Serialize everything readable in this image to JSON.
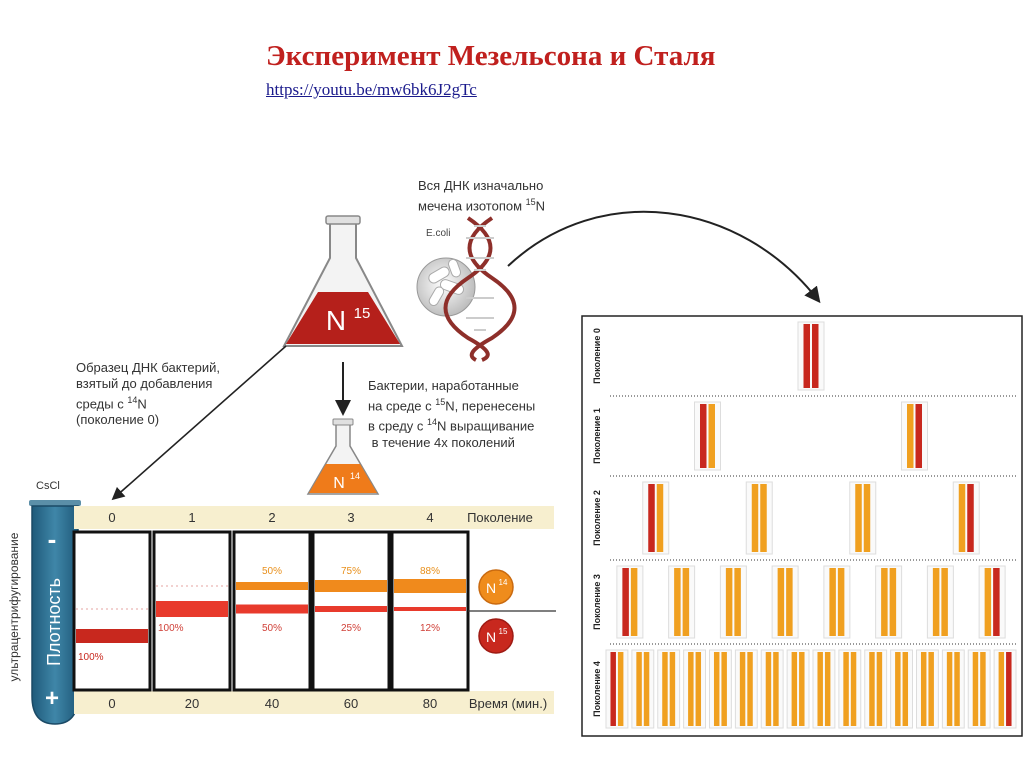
{
  "slide": {
    "title": "Эксперимент Мезельсона и Сталя",
    "link": "https://youtu.be/mw6bk6J2gTc"
  },
  "flasks": {
    "large_label": "N",
    "large_sup": "15",
    "small_label": "N",
    "small_sup": "14"
  },
  "annotations": {
    "all_dna_line1": "Вся ДНК изначально",
    "all_dna_line2": "мечена изотопом ",
    "all_dna_sup": "15",
    "all_dna_end": "N",
    "ecoli": "E.coli",
    "sample_line1": "Образец ДНК бактерий,",
    "sample_line2": "взятый до добавления",
    "sample_line3a": "среды с ",
    "sample_line3sup": "14",
    "sample_line3b": "N",
    "sample_line4": "(поколение 0)",
    "bact_line1": "Бактерии, наработанные",
    "bact_line2a": "на среде с ",
    "bact_line2sup": "15",
    "bact_line2b": "N, перенесены",
    "bact_line3a": "в среду с ",
    "bact_line3sup": "14",
    "bact_line3b": "N выращивание",
    "bact_line4": "в течение 4х поколений"
  },
  "tube": {
    "cscl": "CsCl",
    "minus": "-",
    "plus": "+",
    "density": "Плотность",
    "ultracentrifugation": "ультрацентрифугирование"
  },
  "gradient_table": {
    "generation_header": "Поколение",
    "time_header": "Время (мин.)",
    "generations": [
      "0",
      "1",
      "2",
      "3",
      "4"
    ],
    "times": [
      "0",
      "20",
      "40",
      "60",
      "80"
    ],
    "light_percent": [
      "",
      "",
      "50%",
      "75%",
      "88%"
    ],
    "hybrid_percent": [
      "100%",
      "100%",
      "50%",
      "25%",
      "12%"
    ],
    "light_fraction": [
      0,
      0,
      0.5,
      0.75,
      0.88
    ],
    "legend_light_label": "N",
    "legend_light_sup": "14",
    "legend_heavy_label": "N",
    "legend_heavy_sup": "15"
  },
  "generations_panel": {
    "rows": [
      {
        "label": "Поколение 0",
        "molecules": 1
      },
      {
        "label": "Поколение 1",
        "molecules": 2
      },
      {
        "label": "Поколение 2",
        "molecules": 4
      },
      {
        "label": "Поколение 3",
        "molecules": 8
      },
      {
        "label": "Поколение 4",
        "molecules": 16
      }
    ]
  },
  "colors": {
    "heavy": "#c8281e",
    "light": "#f0a020",
    "hybrid_band": "#e83a2c",
    "light_band": "#f08a1c",
    "header_bg": "#f7efcf",
    "title": "#c0201e"
  }
}
